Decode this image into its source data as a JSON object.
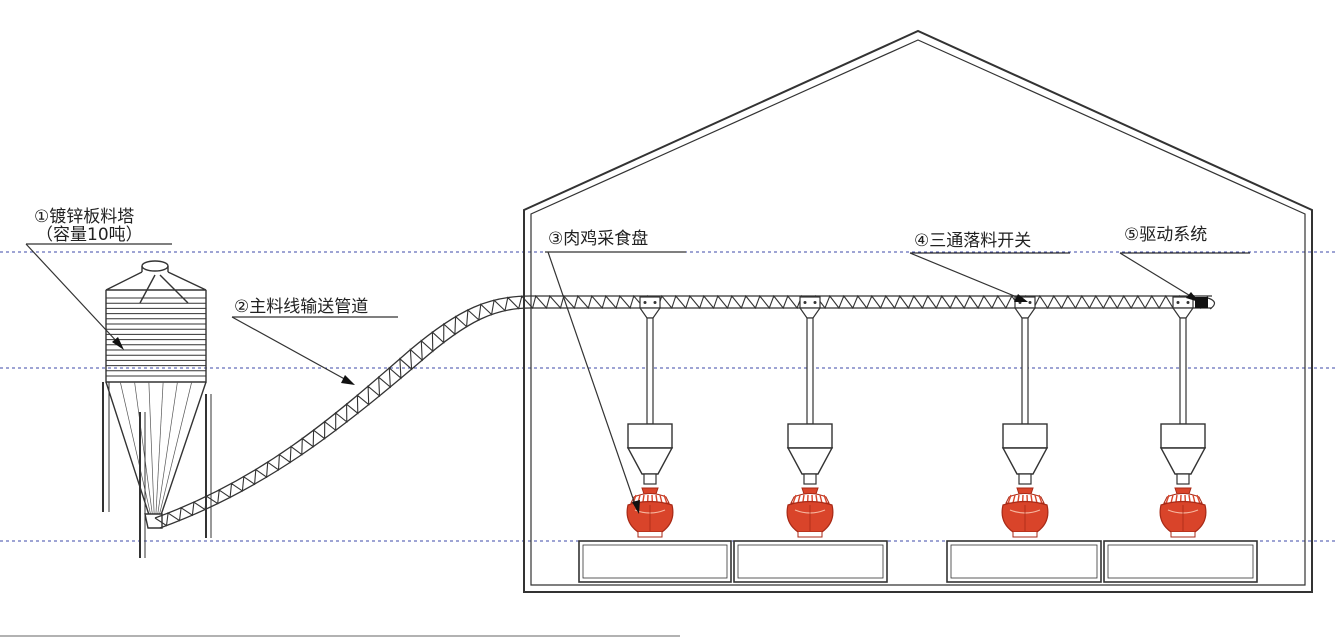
{
  "labels": {
    "silo_title": "①镀锌板料塔",
    "silo_capacity": "（容量10吨）",
    "main_pipe": "②主料线输送管道",
    "feeder_pan": "③肉鸡采食盘",
    "drop_switch": "④三通落料开关",
    "drive_system": "⑤驱动系统"
  },
  "colors": {
    "line": "#333333",
    "guide": "#3d4aa8",
    "pan_fill": "#d9442a",
    "pan_dark": "#a82a17",
    "drive": "#111111"
  }
}
